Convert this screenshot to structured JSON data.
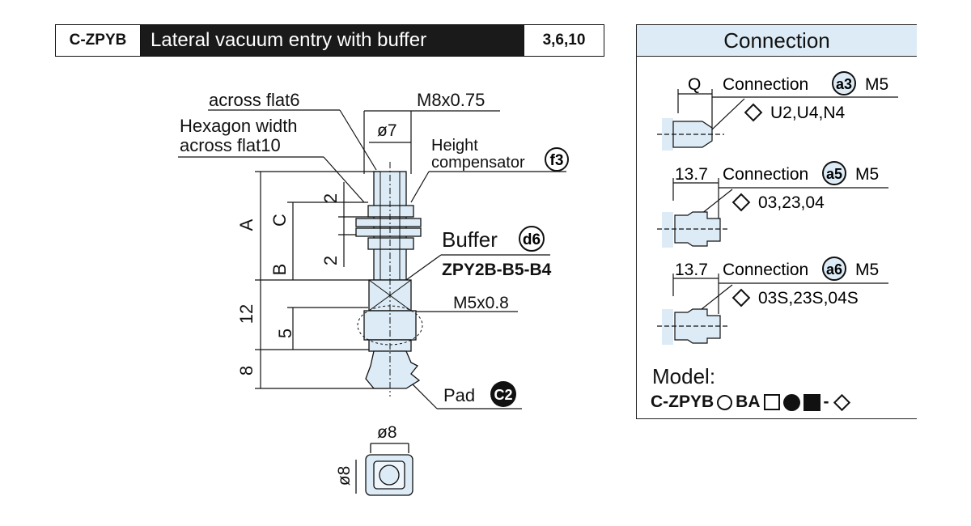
{
  "header": {
    "code": "C-ZPYB",
    "title": "Lateral vacuum entry with buffer",
    "sizes": "3,6,10"
  },
  "drawing": {
    "across_flat": "across flat6",
    "hexagon_1": "Hexagon width",
    "hexagon_2": "across flat10",
    "thread_top": "M8x0.75",
    "dia_top": "ø7",
    "height_1": "Height",
    "height_2": "compensator",
    "height_badge": "f3",
    "buffer": "Buffer",
    "buffer_badge": "d6",
    "buffer_part": "ZPY2B-B5-B4",
    "thread_side": "M5x0.8",
    "pad": "Pad",
    "pad_badge": "C2",
    "dim_A": "A",
    "dim_B": "B",
    "dim_C": "C",
    "dim_2a": "2",
    "dim_2b": "2",
    "dim_12": "12",
    "dim_5": "5",
    "dim_8": "8",
    "bottom_w": "ø8",
    "bottom_h": "ø8"
  },
  "connection": {
    "title": "Connection",
    "items": [
      {
        "dim": "Q",
        "label": "Connection",
        "badge": "a3",
        "thread": "M5",
        "codes": "U2,U4,N4"
      },
      {
        "dim": "13.7",
        "label": "Connection",
        "badge": "a5",
        "thread": "M5",
        "codes": "03,23,04"
      },
      {
        "dim": "13.7",
        "label": "Connection",
        "badge": "a6",
        "thread": "M5",
        "codes": "03S,23S,04S"
      }
    ],
    "model_label": "Model:",
    "model_prefix": "C-ZPYB",
    "model_ba": "BA",
    "model_dash": "-"
  },
  "colors": {
    "header_bg": "#1a1a1a",
    "panel_head": "#dcebf6",
    "part_fill": "#dcebf6"
  }
}
